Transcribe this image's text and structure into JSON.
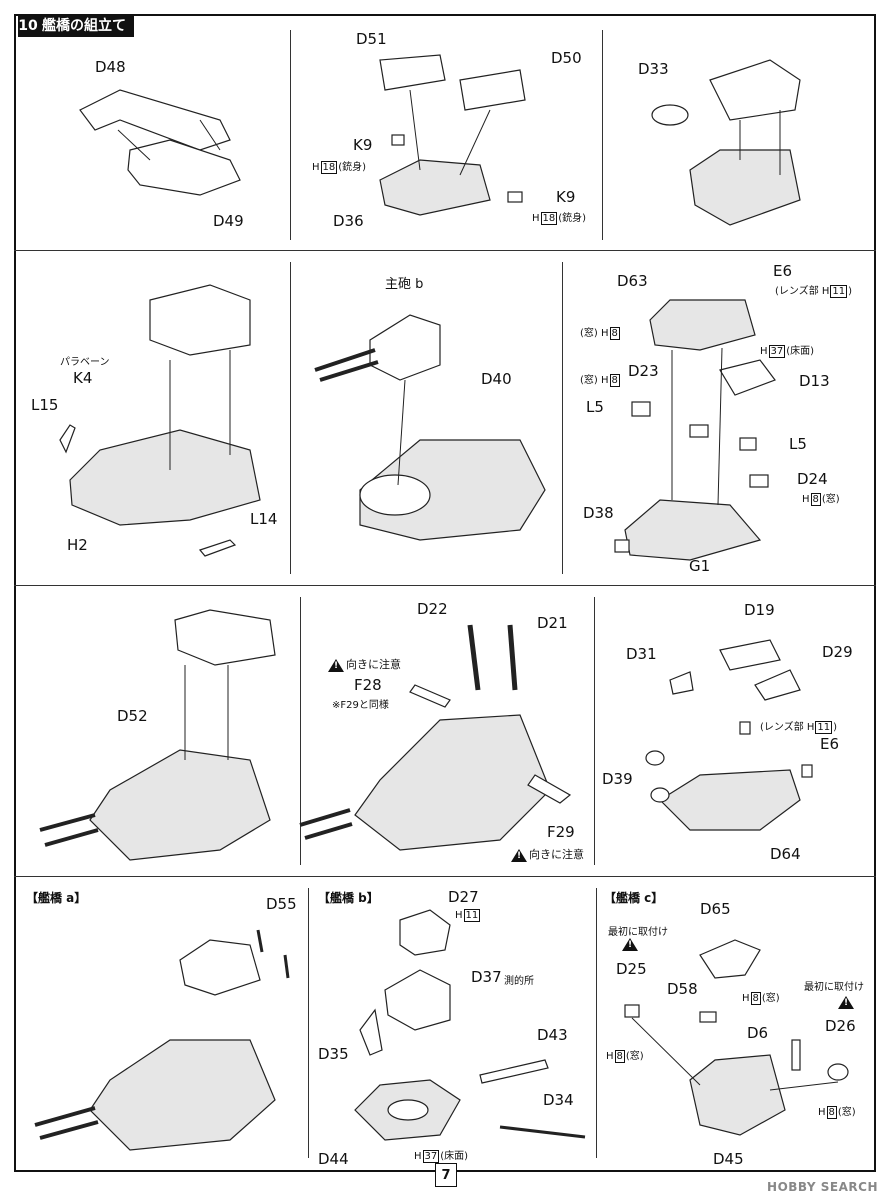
{
  "step": {
    "number": "10",
    "title": "艦橋の組立て"
  },
  "page_number": "7",
  "watermark": "HOBBY SEARCH",
  "panel1": {
    "d48": "D48",
    "d49": "D49"
  },
  "panel2": {
    "d51": "D51",
    "d50": "D50",
    "k9a": "K9",
    "k9a_note_pre": "H",
    "k9a_note_box": "18",
    "k9a_note_post": "(銃身)",
    "d36": "D36",
    "k9b": "K9",
    "k9b_note_pre": "H",
    "k9b_note_box": "18",
    "k9b_note_post": "(銃身)"
  },
  "panel3": {
    "d33": "D33"
  },
  "panel4": {
    "paravane": "パラベーン",
    "k4": "K4",
    "l15": "L15",
    "h2": "H2",
    "l14": "L14"
  },
  "panel5": {
    "main_gun": "主砲 b",
    "d40": "D40"
  },
  "panel6": {
    "d63": "D63",
    "e6": "E6",
    "e6_note_pre": "(レンズ部 H",
    "e6_note_box": "11",
    "e6_note_post": ")",
    "window1_pre": "(窓) H",
    "window1_box": "8",
    "floor_pre": "H",
    "floor_box": "37",
    "floor_post": "(床面)",
    "window2_pre": "(窓) H",
    "window2_box": "8",
    "d23": "D23",
    "d13": "D13",
    "l5a": "L5",
    "l5b": "L5",
    "d24": "D24",
    "d24_note_pre": "H",
    "d24_note_box": "8",
    "d24_note_post": "(窓)",
    "d38": "D38",
    "g1": "G1"
  },
  "panel7": {
    "d52": "D52"
  },
  "panel8": {
    "d22": "D22",
    "d21": "D21",
    "caution1": "向きに注意",
    "f28": "F28",
    "f28_note": "※F29と同様",
    "f29": "F29",
    "caution2": "向きに注意"
  },
  "panel9": {
    "d19": "D19",
    "d31": "D31",
    "d29": "D29",
    "lens_pre": "(レンズ部 H",
    "lens_box": "11",
    "lens_post": ")",
    "e6": "E6",
    "d39": "D39",
    "d64": "D64"
  },
  "panel10": {
    "title": "【艦橋 a】",
    "d55": "D55"
  },
  "panel11": {
    "title": "【艦橋 b】",
    "d27": "D27",
    "d27_note_pre": "H",
    "d27_note_box": "11",
    "d37": "D37",
    "d37_note": "測的所",
    "d43": "D43",
    "d35": "D35",
    "d34": "D34",
    "d44": "D44",
    "floor_pre": "H",
    "floor_box": "37",
    "floor_post": "(床面)"
  },
  "panel12": {
    "title": "【艦橋 c】",
    "d65": "D65",
    "first_attach1": "最初に取付け",
    "d25": "D25",
    "d25_note_pre": "H",
    "d25_note_box": "8",
    "d25_note_post": "(窓)",
    "d65_note_pre": "H",
    "d65_note_box": "8",
    "d65_note_post": "(窓)",
    "first_attach2": "最初に取付け",
    "d58": "D58",
    "d6": "D6",
    "d26": "D26",
    "d26_note_pre": "H",
    "d26_note_box": "8",
    "d26_note_post": "(窓)",
    "d45": "D45"
  }
}
